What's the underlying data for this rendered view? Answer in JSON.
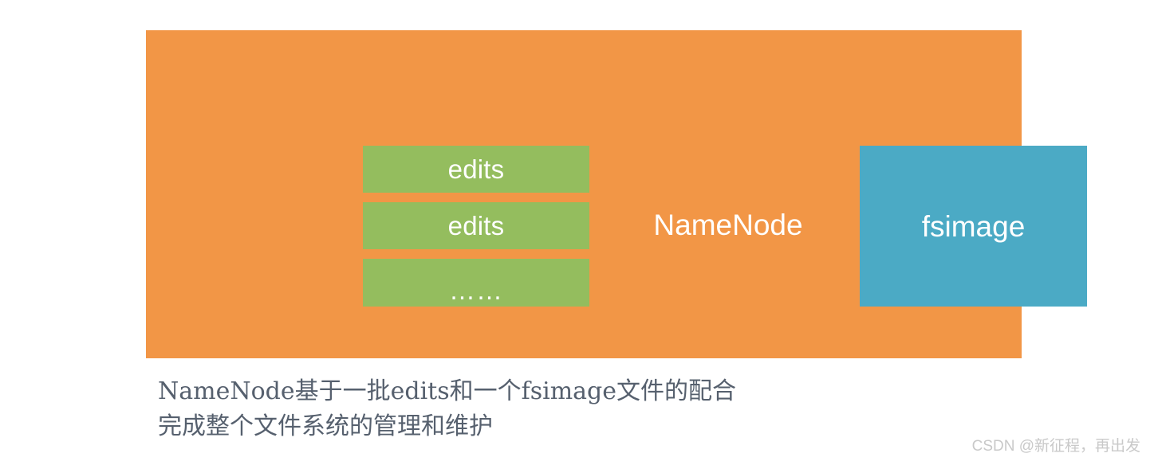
{
  "figure": {
    "title": "NameNode edits and fsimage diagram",
    "panel": {
      "name": "namenode-panel",
      "color": "#f29646"
    },
    "center_label": "NameNode",
    "edits_boxes": [
      {
        "label": "edits",
        "color": "#94bd5e"
      },
      {
        "label": "edits",
        "color": "#94bd5e"
      },
      {
        "label": "……",
        "color": "#94bd5e"
      }
    ],
    "fsimage_box": {
      "label": "fsimage",
      "color": "#4baac5"
    }
  },
  "caption": {
    "lines": [
      "NameNode基于一批edits和一个fsimage文件的配合",
      "完成整个文件系统的管理和维护"
    ],
    "color": "#56606e"
  },
  "watermark": {
    "text": "CSDN @新征程，再出发",
    "color": "#c9c9c9"
  }
}
